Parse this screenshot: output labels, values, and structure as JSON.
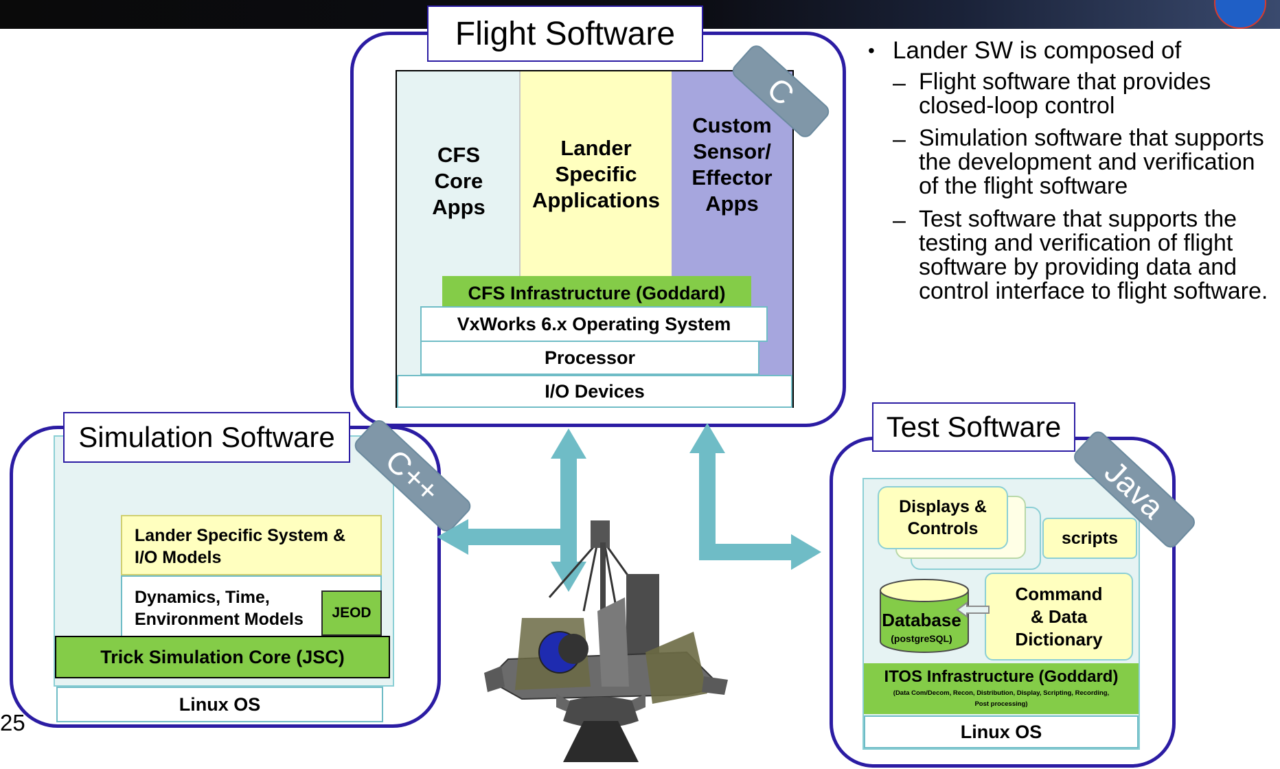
{
  "page_number": "25",
  "flight": {
    "title": "Flight Software",
    "lang": "C",
    "cfs_core": "CFS\nCore\nApps",
    "lander_apps": "Lander\nSpecific\nApplications",
    "custom_apps": "Custom\nSensor/\nEffector\nApps",
    "infra": "CFS Infrastructure (Goddard)",
    "vxworks": "VxWorks 6.x Operating System",
    "processor": "Processor",
    "io": "I/O Devices"
  },
  "sim": {
    "title": "Simulation Software",
    "lang": "C++",
    "lander_models": "Lander Specific System &\nI/O Models",
    "dynamics": "Dynamics, Time,\nEnvironment Models",
    "jeod": "JEOD",
    "trick": "Trick Simulation Core (JSC)",
    "linux": "Linux OS"
  },
  "test": {
    "title": "Test Software",
    "lang": "Java",
    "displays": "Displays &\nControls",
    "scripts": "scripts",
    "command": "Command\n& Data\nDictionary",
    "database": "Database",
    "database_sub": "(postgreSQL)",
    "itos": "ITOS Infrastructure (Goddard)",
    "itos_sub": "(Data Com/Decom, Recon, Distribution, Display, Scripting, Recording,\nPost processing)",
    "linux": "Linux OS"
  },
  "bullets": {
    "main": "Lander SW is composed of",
    "items": [
      "Flight software that provides closed-loop control",
      "Simulation software that supports the development and verification of the flight software",
      "Test software that supports the testing and verification of flight software by providing data and control interface to flight software."
    ]
  },
  "colors": {
    "border_blue": "#2b1ca3",
    "panel_light": "#e6f3f3",
    "yellow": "#ffffbf",
    "purple": "#a6a6de",
    "green": "#84cc48",
    "arrow_teal": "#6fbcc6"
  }
}
